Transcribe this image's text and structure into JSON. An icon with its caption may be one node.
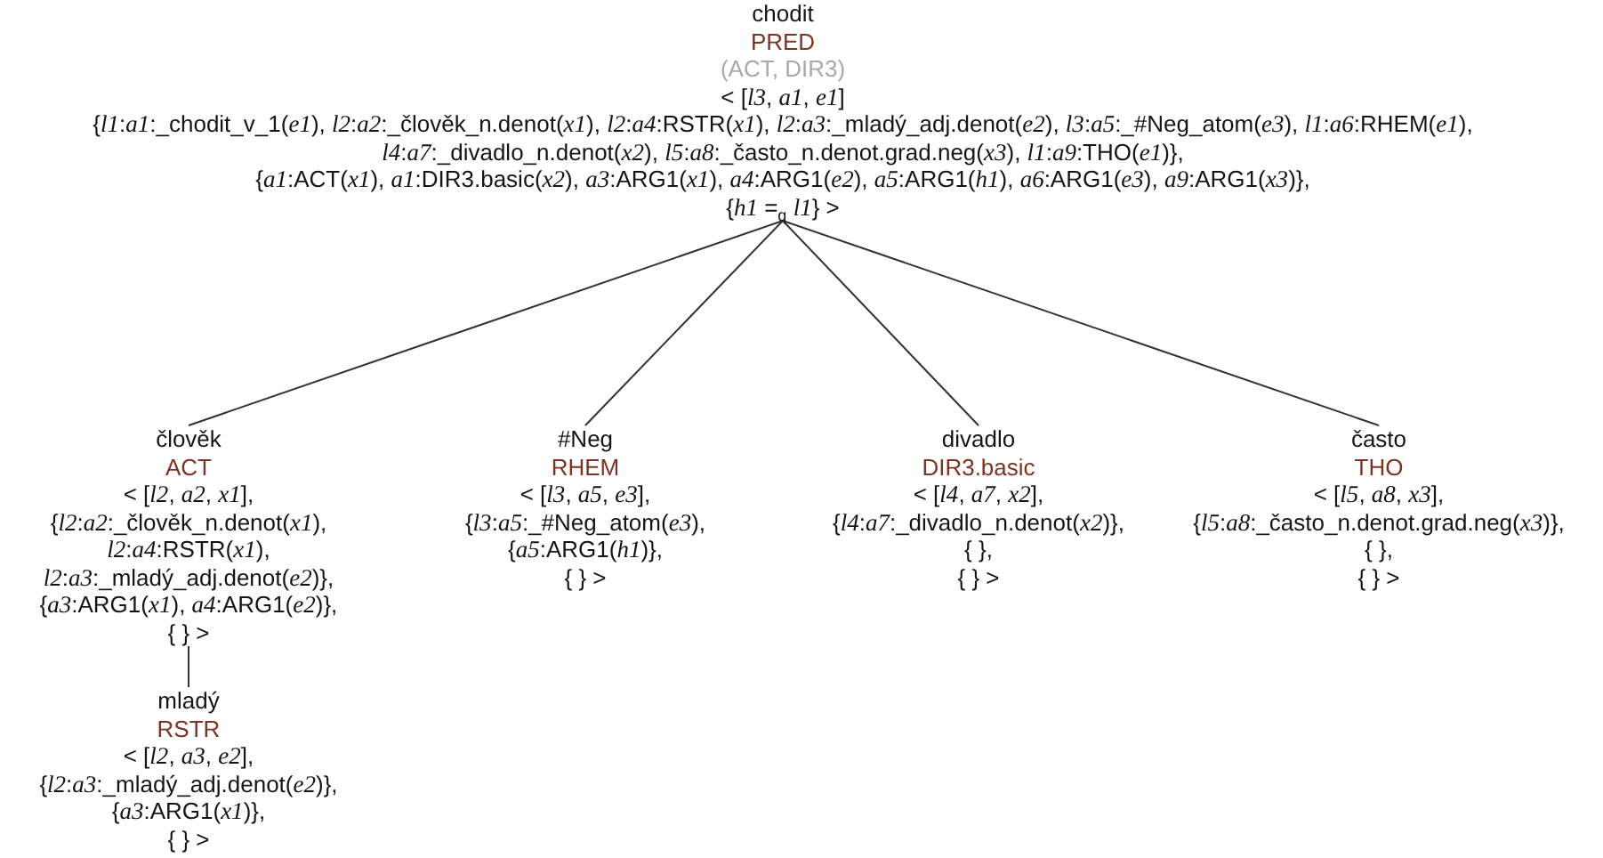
{
  "diagram": {
    "nodes": [
      {
        "text": [
          "chodit",
          "PRED",
          "(ACT, DIR3)",
          "< [*l3*, *a1*, *e1*]",
          "{*l1*:*a1*:_chodit_v_1(*e1*), *l2*:*a2*:_člověk_n.denot(*x1*), *l2*:*a4*:RSTR(*x1*), *l2*:*a3*:_mladý_adj.denot(*e2*), *l3*:*a5*:_#Neg_atom(*e3*), *l1*:*a6*:RHEM(*e1*), *l4*:*a7*:_divadlo_n.denot(*x2*), *l5*:*a8*:_často_n.denot.grad.neg(*x3*), *l1*:*a9*:THO(*e1*)},",
          "{*a1*:ACT(*x1*), *a1*:DIR3.basic(*x2*), *a3*:ARG1(*x1*), *a4*:ARG1(*e2*), *a5*:ARG1(*h1*), *a6*:ARG1(*e3*), *a9*:ARG1(*x3*)},",
          "{*h1* =$_{q}$ *l1*} >"
        ]
      },
      {
        "text": [
          "člověk",
          "ACT",
          "< [*l2*, *a2*, *x1*],",
          "{*l2*:*a2*:_člověk_n.denot(*x1*), *l2*:*a4*:RSTR(*x1*), *l2*:*a3*:_mladý_adj.denot(*e2*)},",
          "{*a3*:ARG1(*x1*), *a4*:ARG1(*e2*)},",
          "{ } >"
        ]
      },
      {
        "text": [
          "#Neg",
          "RHEM",
          "< [*l3*, *a5*, *e3*],",
          "{*l3*:*a5*:_#Neg_atom(*e3*),",
          "{*a5*:ARG1(*h1*)},",
          "{ } >"
        ]
      },
      {
        "text": [
          "divadlo",
          "DIR3.basic",
          "< [*l4*, *a7*, *x2*],",
          "{*l4*:*a7*:_divadlo_n.denot(*x2*)},",
          "{ },",
          "{ } >"
        ]
      },
      {
        "text": [
          "často",
          "THO",
          "< [*l5*, *a8*, *x3*],",
          "{*l5*:*a8*:_často_n.denot.grad.neg(*x3*)},",
          "{ },",
          "{ } >"
        ]
      },
      {
        "text": [
          "mladý",
          "RSTR",
          "< [*l2*, *a3*, *e2*],",
          "{*l2*:*a3*:_mladý_adj.denot(*e2*)},",
          "{*a3*:ARG1(*x1*)},",
          "{ } >"
        ]
      }
    ],
    "edges": [
      {
        "from": 0,
        "to": 1,
        "arrow": "none"
      },
      {
        "from": 0,
        "to": 2,
        "arrow": "none"
      },
      {
        "from": 0,
        "to": 3,
        "arrow": "none"
      },
      {
        "from": 0,
        "to": 4,
        "arrow": "none"
      },
      {
        "from": 1,
        "to": 5,
        "arrow": "none"
      }
    ]
  }
}
